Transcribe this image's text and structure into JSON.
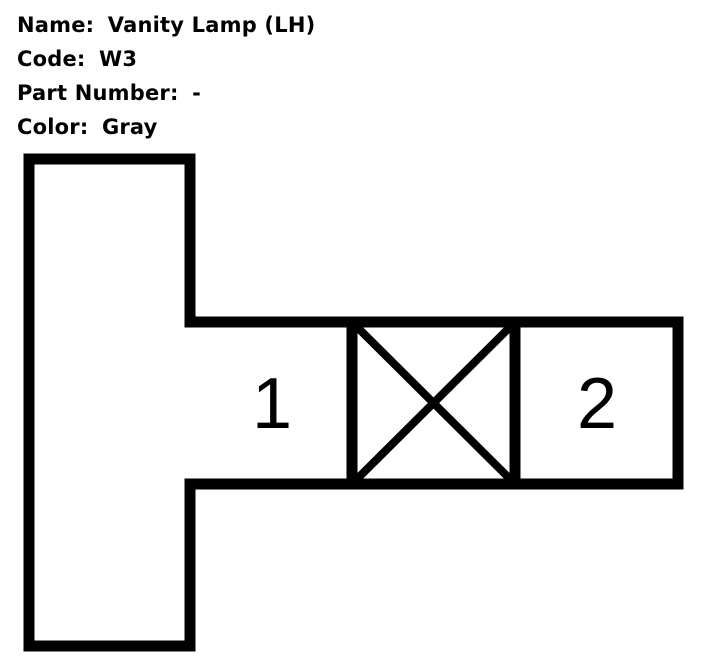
{
  "connector": {
    "name_label": "Name:",
    "name_value": "Vanity Lamp (LH)",
    "code_label": "Code:",
    "code_value": "W3",
    "part_label": "Part Number:",
    "part_value": "-",
    "color_label": "Color:",
    "color_value": "Gray"
  },
  "pins": [
    {
      "label": "1",
      "state": "used"
    },
    {
      "label": "",
      "state": "empty"
    },
    {
      "label": "2",
      "state": "used"
    }
  ],
  "colors": {
    "line": "#000000",
    "background": "#ffffff"
  }
}
